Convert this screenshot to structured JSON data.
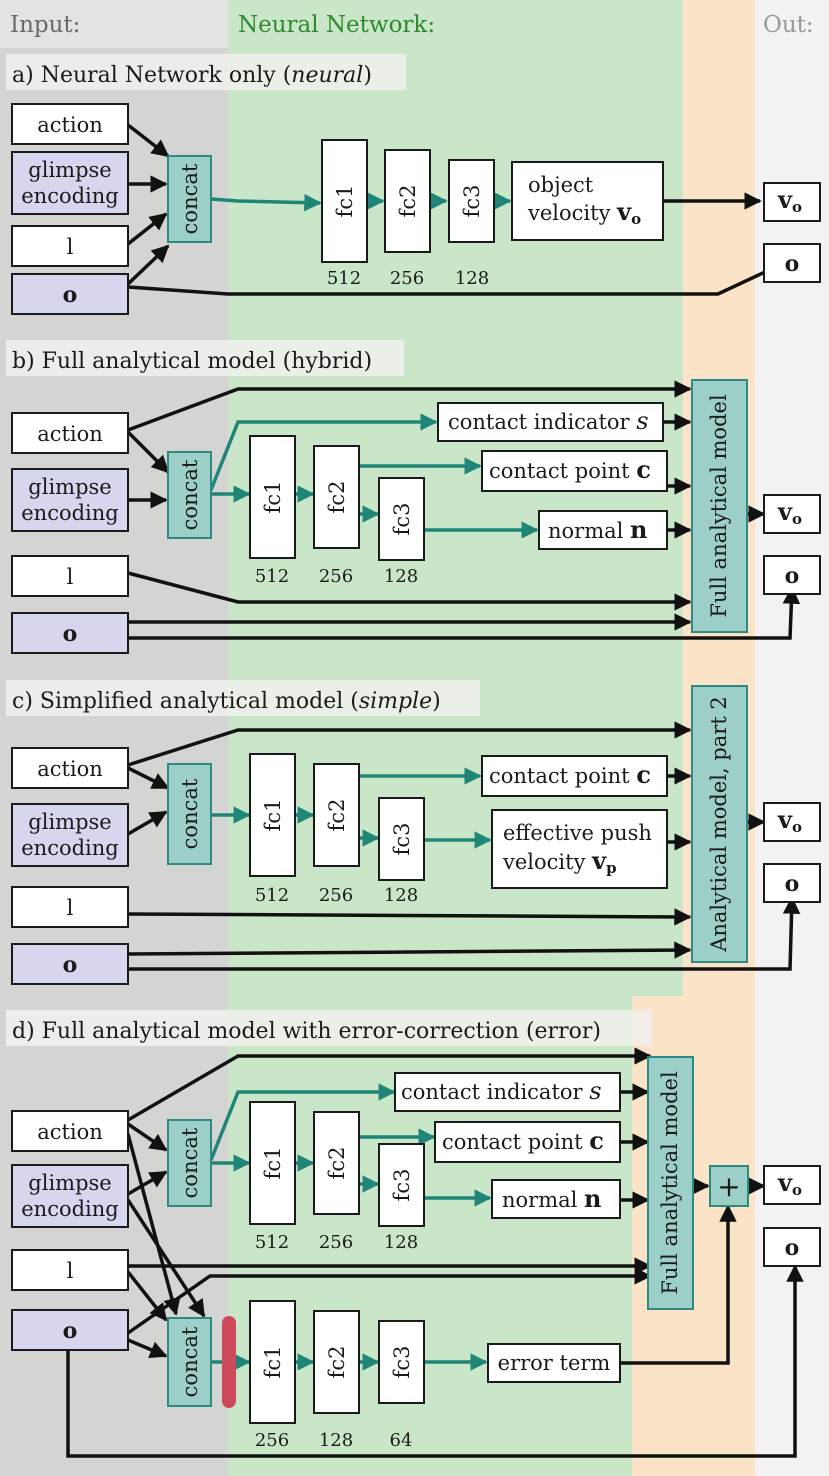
{
  "columns": {
    "input": "Input:",
    "network": "Neural Network:",
    "out": "Out:"
  },
  "colors": {
    "input_bg": "#d4d4d2",
    "network_bg": "#c9e6c9",
    "analytic_bg": "#fbe3c8",
    "out_bg": "#f2f2f2",
    "teal_box": "#9ccfc8",
    "purple_box": "#d6d6ee",
    "arrow_teal": "#1f8577",
    "dropout": "#cc4a5c"
  },
  "sections": {
    "a": {
      "title_pre": "a) Neural Network only (",
      "title_em": "neural",
      "title_post": ")",
      "inputs": {
        "action": "action",
        "glimpse1": "glimpse",
        "glimpse2": "encoding",
        "l": "l",
        "o": "o"
      },
      "concat": "concat",
      "layers": [
        {
          "name": "fc1",
          "size": "512"
        },
        {
          "name": "fc2",
          "size": "256"
        },
        {
          "name": "fc3",
          "size": "128"
        }
      ],
      "object_velocity_1": "object",
      "object_velocity_2": "velocity",
      "vo_sym": "v",
      "vo_sub": "o",
      "out_vo": "v",
      "out_vo_sub": "o",
      "out_o": "o"
    },
    "b": {
      "title": "b) Full analytical model (hybrid)",
      "inputs": {
        "action": "action",
        "glimpse1": "glimpse",
        "glimpse2": "encoding",
        "l": "l",
        "o": "o"
      },
      "concat": "concat",
      "layers": [
        {
          "name": "fc1",
          "size": "512"
        },
        {
          "name": "fc2",
          "size": "256"
        },
        {
          "name": "fc3",
          "size": "128"
        }
      ],
      "contact_indicator": "contact indicator",
      "contact_indicator_sym": "s",
      "contact_point": "contact point",
      "contact_point_sym": "c",
      "normal": "normal",
      "normal_sym": "n",
      "model": "Full analytical model",
      "out_vo": "v",
      "out_vo_sub": "o",
      "out_o": "o"
    },
    "c": {
      "title_pre": "c) Simplified analytical model (",
      "title_em": "simple",
      "title_post": ")",
      "inputs": {
        "action": "action",
        "glimpse1": "glimpse",
        "glimpse2": "encoding",
        "l": "l",
        "o": "o"
      },
      "concat": "concat",
      "layers": [
        {
          "name": "fc1",
          "size": "512"
        },
        {
          "name": "fc2",
          "size": "256"
        },
        {
          "name": "fc3",
          "size": "128"
        }
      ],
      "contact_point": "contact point",
      "contact_point_sym": "c",
      "push_1": "effective push",
      "push_2": "velocity",
      "push_sym": "v",
      "push_sub": "p",
      "model": "Analytical model, part 2",
      "out_vo": "v",
      "out_vo_sub": "o",
      "out_o": "o"
    },
    "d": {
      "title": "d) Full analytical model with error-correction (error)",
      "inputs": {
        "action": "action",
        "glimpse1": "glimpse",
        "glimpse2": "encoding",
        "l": "l",
        "o": "o"
      },
      "concat_top": "concat",
      "concat_bottom": "concat",
      "layers_top": [
        {
          "name": "fc1",
          "size": "512"
        },
        {
          "name": "fc2",
          "size": "256"
        },
        {
          "name": "fc3",
          "size": "128"
        }
      ],
      "layers_bottom": [
        {
          "name": "fc1",
          "size": "256"
        },
        {
          "name": "fc2",
          "size": "128"
        },
        {
          "name": "fc3",
          "size": "64"
        }
      ],
      "contact_indicator": "contact indicator",
      "contact_indicator_sym": "s",
      "contact_point": "contact point",
      "contact_point_sym": "c",
      "normal": "normal",
      "normal_sym": "n",
      "error_term": "error term",
      "model": "Full analytical model",
      "plus": "+",
      "out_vo": "v",
      "out_vo_sub": "o",
      "out_o": "o"
    }
  }
}
